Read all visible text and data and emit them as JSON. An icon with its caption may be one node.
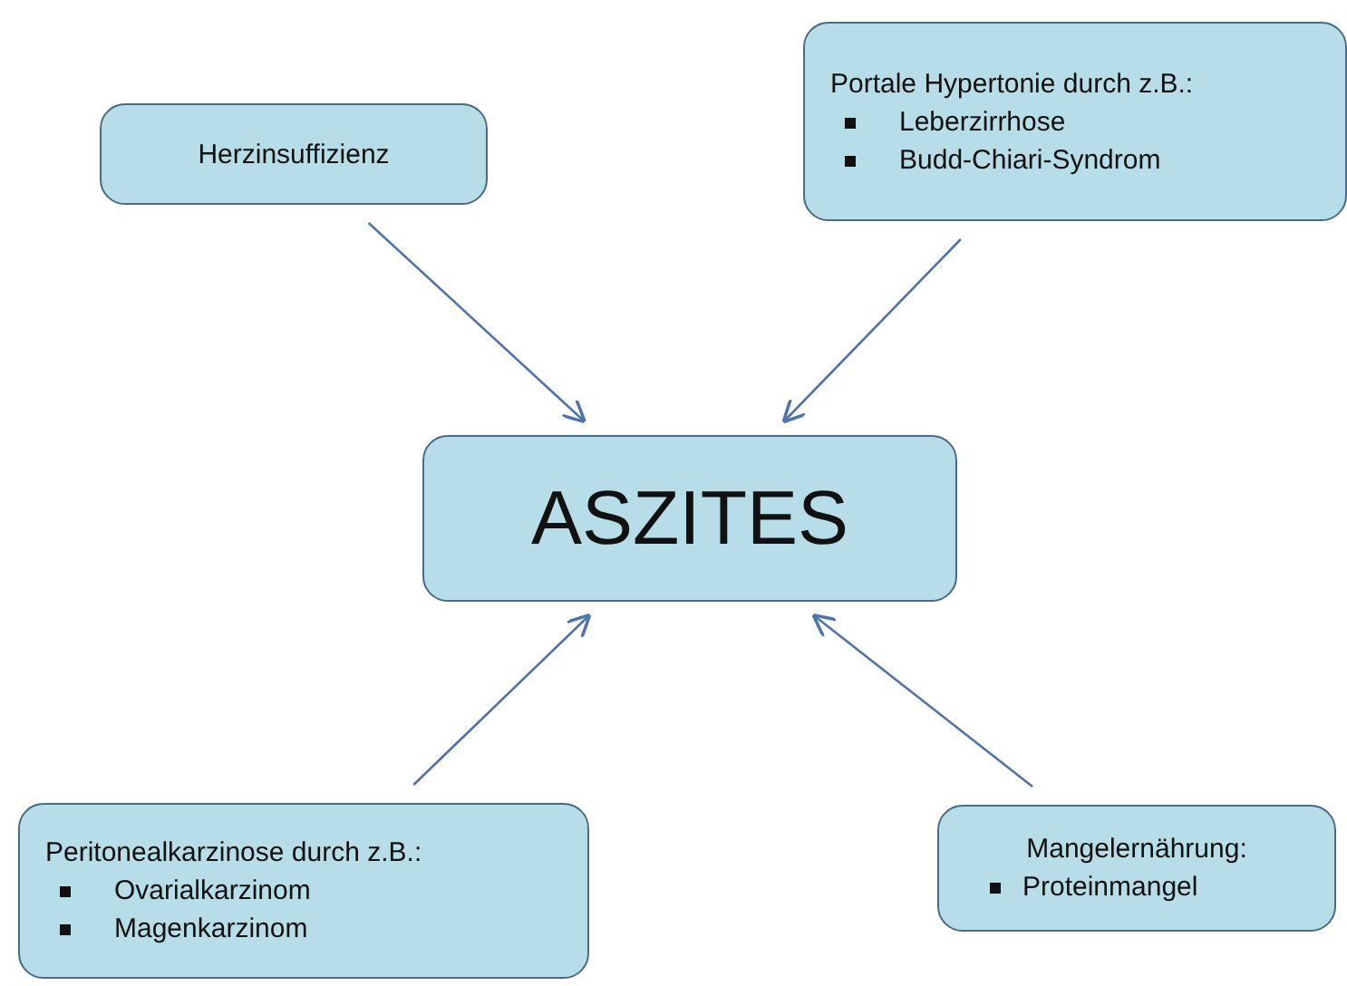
{
  "diagram": {
    "nodes": [
      {
        "text": [
          "Herzinsuffizienz"
        ]
      },
      {
        "text": [
          "Portale Hypertonie durch z.B.:",
          "Leberzirrhose",
          "Budd-Chiari-Syndrom"
        ]
      },
      {
        "text": [
          "ASZITES"
        ]
      },
      {
        "text": [
          "Peritonealkarzinose durch z.B.:",
          "Ovarialkarzinom",
          "Magenkarzinom"
        ]
      },
      {
        "text": [
          "Mangelernährung:",
          "Proteinmangel"
        ]
      }
    ],
    "edges": [
      {
        "from": 0,
        "to": 2,
        "arrow": "to"
      },
      {
        "from": 1,
        "to": 2,
        "arrow": "to"
      },
      {
        "from": 3,
        "to": 2,
        "arrow": "to"
      },
      {
        "from": 4,
        "to": 2,
        "arrow": "to"
      }
    ]
  }
}
